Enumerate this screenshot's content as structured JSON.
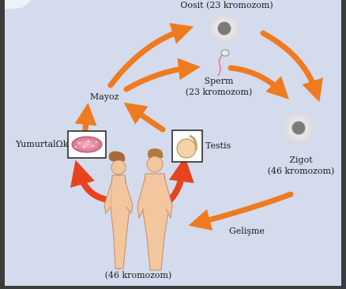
{
  "labels": {
    "oosit": "Oosit (23 kromozom)",
    "sperm_line1": "Sperm",
    "sperm_line2": "(23 kromozom)",
    "mayoz": "Mayoz",
    "zigot_line1": "Zigot",
    "zigot_line2": "(46 kromozom)",
    "yumurtalik": "YumurtalΩk",
    "testis": "Testis",
    "gelisme": "Gelişme",
    "body_chromosomes": "(46 kromozom)"
  },
  "colors": {
    "frame": "#3c3c3c",
    "background": "#d3dbec",
    "arrow": "#f07a1f",
    "arrow_red": "#e8431f",
    "skin": "#f2c7a0",
    "skin_shade": "#d99c72"
  },
  "icons": {
    "oosit": "egg-cell-icon",
    "sperm": "sperm-cell-icon",
    "zigot": "zygote-cell-icon",
    "ovary": "ovary-icon",
    "testis": "testis-icon",
    "people": "human-figures-illustration"
  }
}
